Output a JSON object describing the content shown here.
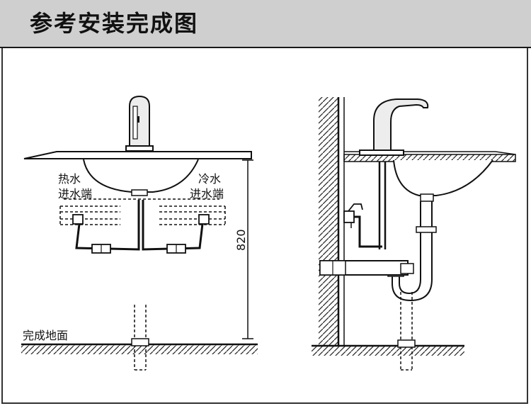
{
  "header": {
    "title": "参考安装完成图"
  },
  "front_view": {
    "hot_inlet_line1": "热水",
    "hot_inlet_line2": "进水端",
    "cold_inlet_line1": "冷水",
    "cold_inlet_line2": "进水端",
    "dimension": "820",
    "floor_label": "完成地面"
  },
  "side_view": {}
}
